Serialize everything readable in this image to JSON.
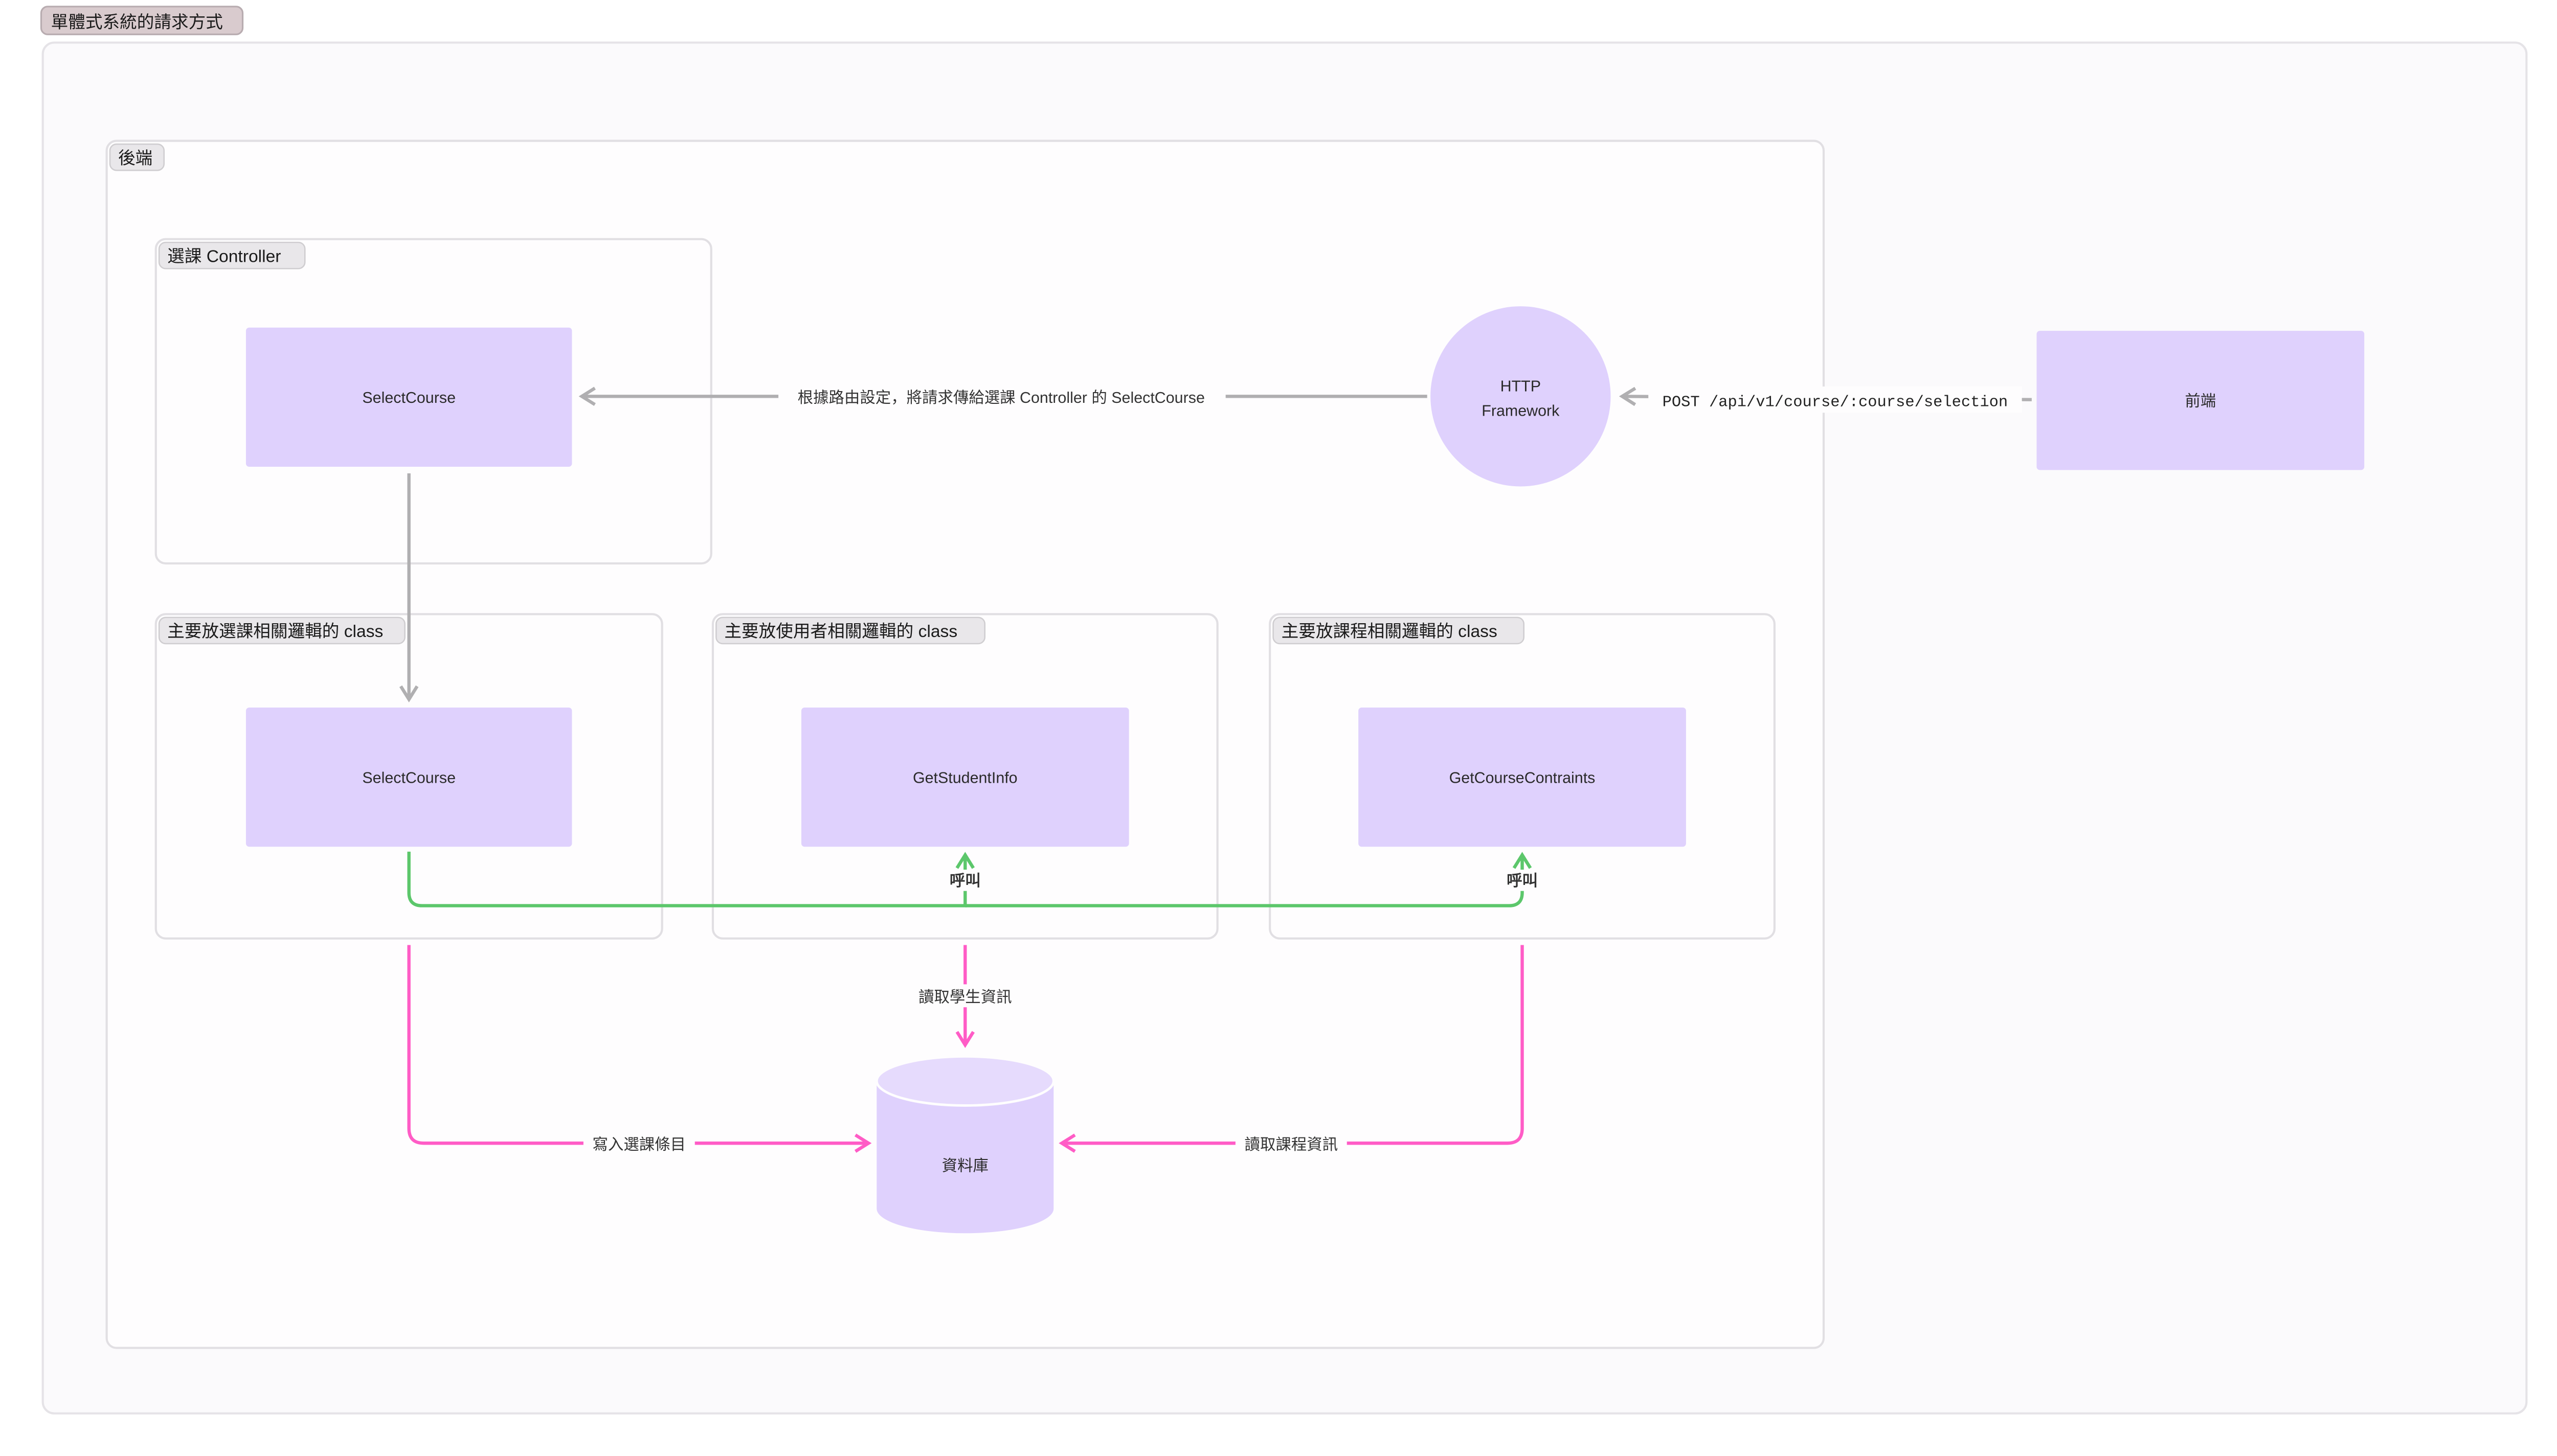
{
  "title": "單體式系統的請求方式",
  "groups": {
    "backend": "後端",
    "controller": "選課 Controller",
    "selection_logic": "主要放選課相關邏輯的 class",
    "user_logic": "主要放使用者相關邏輯的 class",
    "course_logic": "主要放課程相關邏輯的 class"
  },
  "nodes": {
    "controller_select_course": "SelectCourse",
    "http_framework_line1": "HTTP",
    "http_framework_line2": "Framework",
    "frontend": "前端",
    "select_course": "SelectCourse",
    "get_student_info": "GetStudentInfo",
    "get_course_constraints": "GetCourseContraints",
    "database": "資料庫"
  },
  "edges": {
    "frontend_to_http": "POST /api/v1/course/:course/selection",
    "http_to_controller": "根據路由設定，將請求傳給選課 Controller 的 SelectCourse",
    "call_student": "呼叫",
    "call_course": "呼叫",
    "read_student": "讀取學生資訊",
    "write_selection": "寫入選課條目",
    "read_course": "讀取課程資訊"
  },
  "colors": {
    "node_fill": "#dfd1fd",
    "gray_edge": "#b0afb1",
    "green_edge": "#5cc76b",
    "pink_edge": "#ff5cc6",
    "title_badge": "#d9cbce"
  }
}
